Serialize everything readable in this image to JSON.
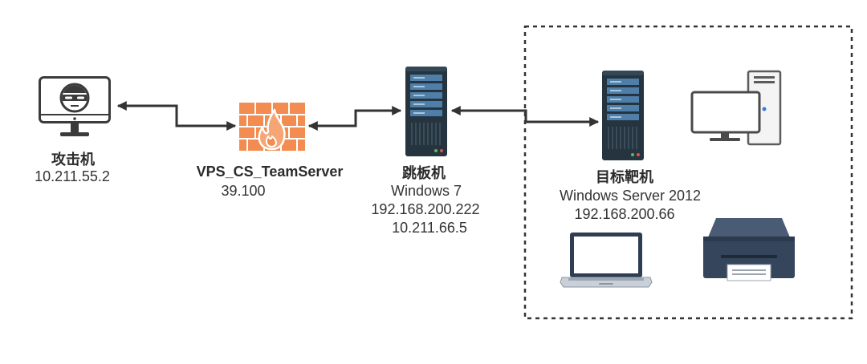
{
  "diagram": {
    "nodes": {
      "attacker": {
        "name": "攻击机",
        "ip": "10.211.55.2",
        "icon": "monitor-hacker-icon"
      },
      "teamserver": {
        "name": "VPS_CS_TeamServer",
        "ip": "39.100",
        "icon": "firewall-icon"
      },
      "jump_host": {
        "name": "跳板机",
        "os": "Windows 7",
        "ip_internal": "192.168.200.222",
        "ip_external": "10.211.66.5",
        "icon": "server-icon"
      },
      "target": {
        "name": "目标靶机",
        "os": "Windows Server 2012",
        "ip": "192.168.200.66",
        "icon": "server-icon"
      }
    },
    "target_network_devices": [
      {
        "icon": "desktop-pc-icon"
      },
      {
        "icon": "laptop-icon"
      },
      {
        "icon": "printer-icon"
      }
    ],
    "links": [
      {
        "from": "attacker",
        "to": "teamserver",
        "direction": "bidirectional"
      },
      {
        "from": "teamserver",
        "to": "jump_host",
        "direction": "bidirectional"
      },
      {
        "from": "jump_host",
        "to": "target",
        "direction": "bidirectional"
      }
    ],
    "target_zone_border": "dashed",
    "colors": {
      "line": "#333333",
      "text": "#333333",
      "firewall": "#F28C50",
      "server_body": "#25343F",
      "server_panel": "#4F7FA8",
      "printer": "#35455C",
      "laptop_frame": "#2F3D52"
    }
  }
}
